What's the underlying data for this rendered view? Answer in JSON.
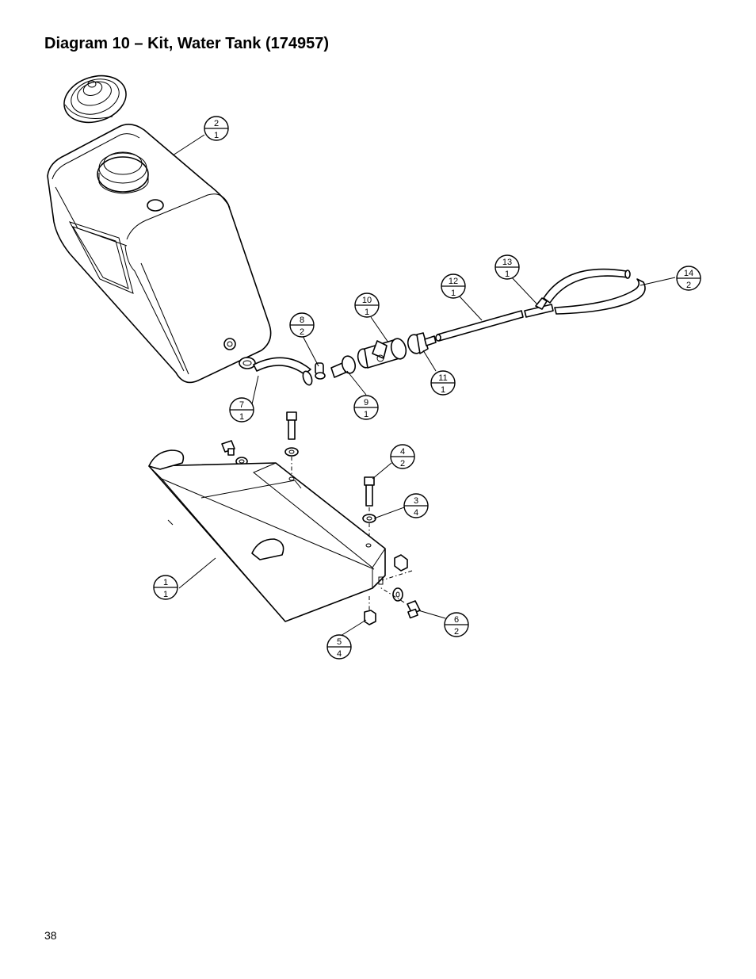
{
  "title": "Diagram 10 – Kit, Water Tank (174957)",
  "page_number": "38",
  "callouts": [
    {
      "item": "1",
      "qty": "1"
    },
    {
      "item": "2",
      "qty": "1"
    },
    {
      "item": "3",
      "qty": "4"
    },
    {
      "item": "4",
      "qty": "2"
    },
    {
      "item": "5",
      "qty": "4"
    },
    {
      "item": "6",
      "qty": "2"
    },
    {
      "item": "7",
      "qty": "1"
    },
    {
      "item": "8",
      "qty": "2"
    },
    {
      "item": "9",
      "qty": "1"
    },
    {
      "item": "10",
      "qty": "1"
    },
    {
      "item": "11",
      "qty": "1"
    },
    {
      "item": "12",
      "qty": "1"
    },
    {
      "item": "13",
      "qty": "1"
    },
    {
      "item": "14",
      "qty": "2"
    }
  ]
}
